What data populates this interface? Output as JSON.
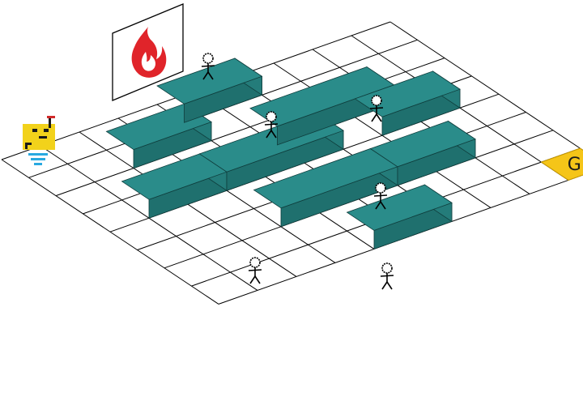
{
  "scene": {
    "grid": {
      "cols": 10,
      "rows": 8,
      "line_color": "#000000",
      "background": "#ffffff"
    },
    "colors": {
      "block_top": "#2a8c8a",
      "block_left": "#1f706e",
      "block_right": "#247c7a",
      "block_edge": "#0f3d3c",
      "goal_fill": "#f5c518",
      "goal_edge": "#c99a00",
      "agent_body": "#f2d21b",
      "agent_accent": "#1a1a1a",
      "agent_beam": "#29a9e0",
      "agent_antenna": "#d12a2a",
      "fire": "#e0242a"
    },
    "agent": {
      "name": "robot-icon",
      "cell": [
        0,
        0
      ]
    },
    "goal": {
      "label": "G",
      "cell": [
        9,
        7
      ]
    },
    "sign": {
      "icon": "fire-icon"
    },
    "obstacles": [
      {
        "cell": [
          2,
          0
        ],
        "size": [
          2,
          1
        ]
      },
      {
        "cell": [
          1,
          2
        ],
        "size": [
          2,
          1
        ]
      },
      {
        "cell": [
          2,
          4
        ],
        "size": [
          1,
          3
        ]
      },
      {
        "cell": [
          0,
          6
        ],
        "size": [
          2,
          2
        ]
      },
      {
        "cell": [
          3,
          6
        ],
        "size": [
          2,
          1
        ]
      },
      {
        "cell": [
          5,
          8
        ],
        "size": [
          2,
          1
        ]
      },
      {
        "cell": [
          7,
          6
        ],
        "size": [
          1,
          3
        ]
      },
      {
        "cell": [
          7,
          8
        ],
        "size": [
          2,
          2
        ]
      },
      {
        "cell": [
          3,
          3
        ],
        "size": [
          1,
          3
        ]
      },
      {
        "cell": [
          1,
          4
        ],
        "size": [
          2,
          1
        ]
      },
      {
        "cell": [
          2,
          3
        ],
        "size": [
          1,
          2
        ]
      },
      {
        "cell": [
          4,
          2
        ],
        "size": [
          2,
          1
        ]
      },
      {
        "cell": [
          2,
          6
        ],
        "size": [
          1,
          2
        ]
      }
    ],
    "people": [
      {
        "cell": [
          2,
          0
        ]
      },
      {
        "cell": [
          5,
          6
        ]
      },
      {
        "cell": [
          3,
          3
        ]
      },
      {
        "cell": [
          5,
          3
        ]
      },
      {
        "cell": [
          0,
          5
        ]
      },
      {
        "cell": [
          2,
          7
        ]
      },
      {
        "cell": [
          6,
          8
        ]
      },
      {
        "cell": [
          8,
          3
        ]
      }
    ]
  }
}
